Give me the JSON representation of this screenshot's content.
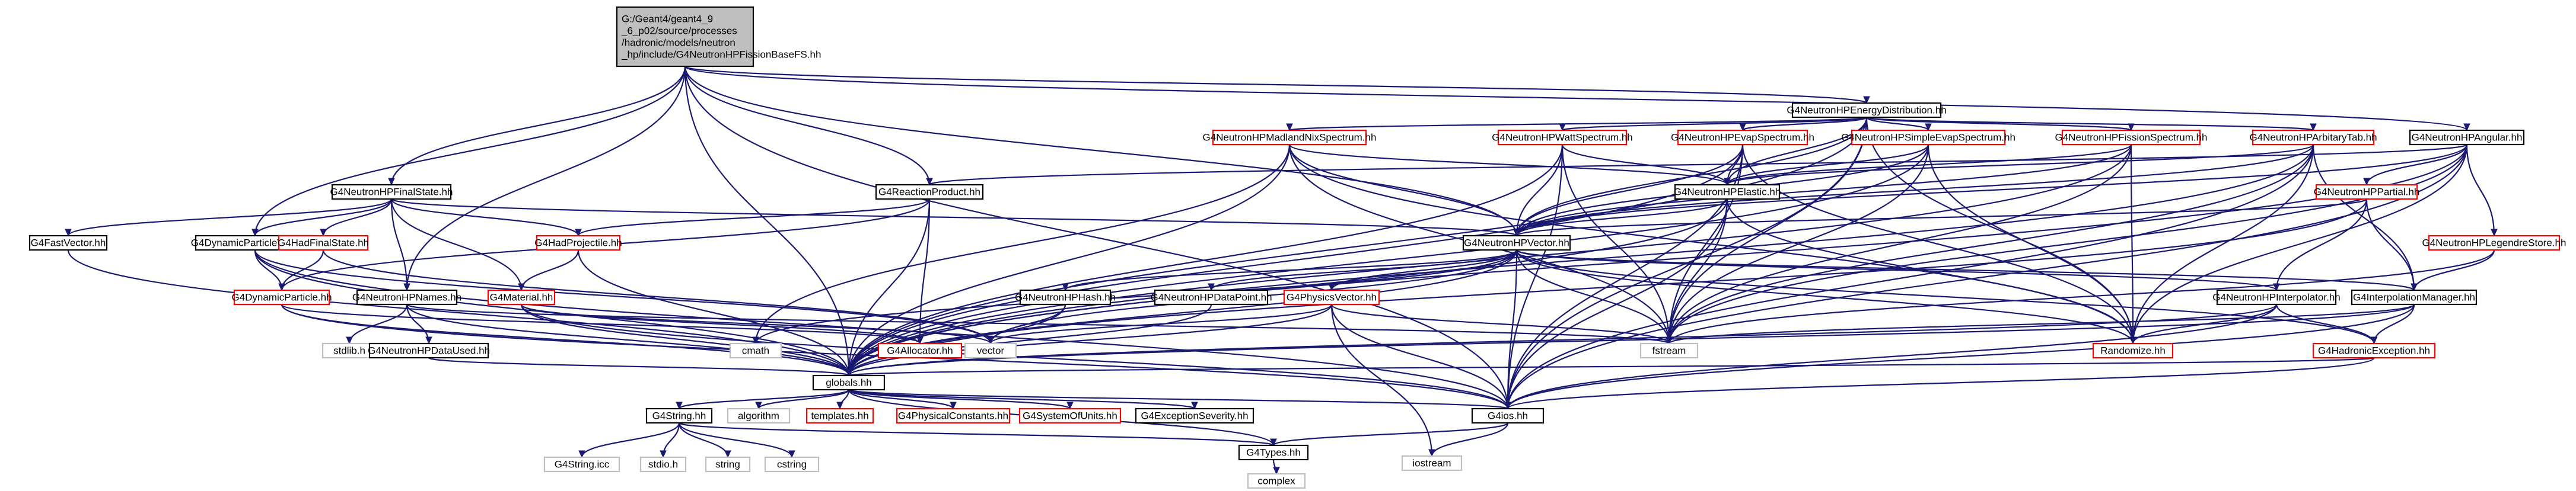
{
  "colors": {
    "edge": "#191970",
    "text": "#000000",
    "node_fill": "#ffffff",
    "node_border_plain": "#000000",
    "node_border_linked": "#ff0000",
    "node_border_external": "#bfbfbf",
    "root_fill": "#bfbfbf"
  },
  "graph": {
    "nodes": [
      {
        "id": "root",
        "lines": [
          "G:/Geant4/geant4_9",
          "_6_p02/source/processes",
          "/hadronic/models/neutron",
          "_hp/include/G4NeutronHPFissionBaseFS.hh"
        ],
        "kind": "root"
      },
      {
        "id": "G4NeutronHPEnergyDistribution",
        "lines": [
          "G4NeutronHPEnergyDistribution.hh"
        ],
        "kind": "plain"
      },
      {
        "id": "G4NeutronHPMadlandNixSpectrum",
        "lines": [
          "G4NeutronHPMadlandNixSpectrum.hh"
        ],
        "kind": "linked"
      },
      {
        "id": "G4NeutronHPWattSpectrum",
        "lines": [
          "G4NeutronHPWattSpectrum.hh"
        ],
        "kind": "linked"
      },
      {
        "id": "G4NeutronHPEvapSpectrum",
        "lines": [
          "G4NeutronHPEvapSpectrum.hh"
        ],
        "kind": "linked"
      },
      {
        "id": "G4NeutronHPSimpleEvapSpectrum",
        "lines": [
          "G4NeutronHPSimpleEvapSpectrum.hh"
        ],
        "kind": "linked"
      },
      {
        "id": "G4NeutronHPFissionSpectrum",
        "lines": [
          "G4NeutronHPFissionSpectrum.hh"
        ],
        "kind": "linked"
      },
      {
        "id": "G4NeutronHPArbitaryTab",
        "lines": [
          "G4NeutronHPArbitaryTab.hh"
        ],
        "kind": "linked"
      },
      {
        "id": "G4NeutronHPAngular",
        "lines": [
          "G4NeutronHPAngular.hh"
        ],
        "kind": "plain"
      },
      {
        "id": "G4NeutronHPFinalState",
        "lines": [
          "G4NeutronHPFinalState.hh"
        ],
        "kind": "plain"
      },
      {
        "id": "G4ReactionProduct",
        "lines": [
          "G4ReactionProduct.hh"
        ],
        "kind": "plain"
      },
      {
        "id": "G4NeutronHPElastic",
        "lines": [
          "G4NeutronHPElastic.hh"
        ],
        "kind": "plain"
      },
      {
        "id": "G4NeutronHPPartial",
        "lines": [
          "G4NeutronHPPartial.hh"
        ],
        "kind": "linked"
      },
      {
        "id": "G4NeutronHPLegendreStore",
        "lines": [
          "G4NeutronHPLegendreStore.hh"
        ],
        "kind": "linked"
      },
      {
        "id": "G4FastVector",
        "lines": [
          "G4FastVector.hh"
        ],
        "kind": "plain"
      },
      {
        "id": "G4DynamicParticleVector",
        "lines": [
          "G4DynamicParticleVector.hh"
        ],
        "kind": "plain"
      },
      {
        "id": "G4HadFinalState",
        "lines": [
          "G4HadFinalState.hh"
        ],
        "kind": "linked"
      },
      {
        "id": "G4HadProjectile",
        "lines": [
          "G4HadProjectile.hh"
        ],
        "kind": "linked"
      },
      {
        "id": "G4NeutronHPVector",
        "lines": [
          "G4NeutronHPVector.hh"
        ],
        "kind": "plain"
      },
      {
        "id": "G4DynamicParticle",
        "lines": [
          "G4DynamicParticle.hh"
        ],
        "kind": "linked"
      },
      {
        "id": "G4NeutronHPNames",
        "lines": [
          "G4NeutronHPNames.hh"
        ],
        "kind": "plain"
      },
      {
        "id": "G4Material",
        "lines": [
          "G4Material.hh"
        ],
        "kind": "linked"
      },
      {
        "id": "G4NeutronHPHash",
        "lines": [
          "G4NeutronHPHash.hh"
        ],
        "kind": "plain"
      },
      {
        "id": "G4NeutronHPDataPoint",
        "lines": [
          "G4NeutronHPDataPoint.hh"
        ],
        "kind": "plain"
      },
      {
        "id": "G4PhysicsVector",
        "lines": [
          "G4PhysicsVector.hh"
        ],
        "kind": "linked"
      },
      {
        "id": "G4NeutronHPInterpolator",
        "lines": [
          "G4NeutronHPInterpolator.hh"
        ],
        "kind": "plain"
      },
      {
        "id": "G4InterpolationManager",
        "lines": [
          "G4InterpolationManager.hh"
        ],
        "kind": "plain"
      },
      {
        "id": "stdlib",
        "lines": [
          "stdlib.h"
        ],
        "kind": "external"
      },
      {
        "id": "G4NeutronHPDataUsed",
        "lines": [
          "G4NeutronHPDataUsed.hh"
        ],
        "kind": "plain"
      },
      {
        "id": "cmath",
        "lines": [
          "cmath"
        ],
        "kind": "external"
      },
      {
        "id": "G4Allocator",
        "lines": [
          "G4Allocator.hh"
        ],
        "kind": "linked"
      },
      {
        "id": "vector",
        "lines": [
          "vector"
        ],
        "kind": "external"
      },
      {
        "id": "fstream",
        "lines": [
          "fstream"
        ],
        "kind": "external"
      },
      {
        "id": "Randomize",
        "lines": [
          "Randomize.hh"
        ],
        "kind": "linked"
      },
      {
        "id": "G4HadronicException",
        "lines": [
          "G4HadronicException.hh"
        ],
        "kind": "linked"
      },
      {
        "id": "globals",
        "lines": [
          "globals.hh"
        ],
        "kind": "plain"
      },
      {
        "id": "G4ios",
        "lines": [
          "G4ios.hh"
        ],
        "kind": "plain"
      },
      {
        "id": "G4String",
        "lines": [
          "G4String.hh"
        ],
        "kind": "plain"
      },
      {
        "id": "algorithm",
        "lines": [
          "algorithm"
        ],
        "kind": "external"
      },
      {
        "id": "templates",
        "lines": [
          "templates.hh"
        ],
        "kind": "linked"
      },
      {
        "id": "G4PhysicalConstants",
        "lines": [
          "G4PhysicalConstants.hh"
        ],
        "kind": "linked"
      },
      {
        "id": "G4SystemOfUnits",
        "lines": [
          "G4SystemOfUnits.hh"
        ],
        "kind": "linked"
      },
      {
        "id": "G4ExceptionSeverity",
        "lines": [
          "G4ExceptionSeverity.hh"
        ],
        "kind": "plain"
      },
      {
        "id": "iostream",
        "lines": [
          "iostream"
        ],
        "kind": "external"
      },
      {
        "id": "G4String_icc",
        "lines": [
          "G4String.icc"
        ],
        "kind": "external"
      },
      {
        "id": "stdio",
        "lines": [
          "stdio.h"
        ],
        "kind": "external"
      },
      {
        "id": "string",
        "lines": [
          "string"
        ],
        "kind": "external"
      },
      {
        "id": "cstring",
        "lines": [
          "cstring"
        ],
        "kind": "external"
      },
      {
        "id": "G4Types",
        "lines": [
          "G4Types.hh"
        ],
        "kind": "plain"
      },
      {
        "id": "complex",
        "lines": [
          "complex"
        ],
        "kind": "external"
      }
    ],
    "edges": [
      [
        "root",
        "G4NeutronHPEnergyDistribution"
      ],
      [
        "root",
        "G4NeutronHPFinalState"
      ],
      [
        "root",
        "G4ReactionProduct"
      ],
      [
        "root",
        "G4NeutronHPVector"
      ],
      [
        "root",
        "G4DynamicParticleVector"
      ],
      [
        "root",
        "G4NeutronHPNames"
      ],
      [
        "root",
        "G4NeutronHPAngular"
      ],
      [
        "root",
        "globals"
      ],
      [
        "root",
        "G4ios"
      ],
      [
        "G4NeutronHPEnergyDistribution",
        "G4NeutronHPMadlandNixSpectrum"
      ],
      [
        "G4NeutronHPEnergyDistribution",
        "G4NeutronHPWattSpectrum"
      ],
      [
        "G4NeutronHPEnergyDistribution",
        "G4NeutronHPEvapSpectrum"
      ],
      [
        "G4NeutronHPEnergyDistribution",
        "G4NeutronHPSimpleEvapSpectrum"
      ],
      [
        "G4NeutronHPEnergyDistribution",
        "G4NeutronHPFissionSpectrum"
      ],
      [
        "G4NeutronHPEnergyDistribution",
        "G4NeutronHPArbitaryTab"
      ],
      [
        "G4NeutronHPEnergyDistribution",
        "G4NeutronHPVector"
      ],
      [
        "G4NeutronHPEnergyDistribution",
        "G4NeutronHPElastic"
      ],
      [
        "G4NeutronHPEnergyDistribution",
        "fstream"
      ],
      [
        "G4NeutronHPEnergyDistribution",
        "Randomize"
      ],
      [
        "G4NeutronHPEnergyDistribution",
        "G4ios"
      ],
      [
        "G4NeutronHPEnergyDistribution",
        "globals"
      ],
      [
        "G4NeutronHPMadlandNixSpectrum",
        "G4NeutronHPVector"
      ],
      [
        "G4NeutronHPMadlandNixSpectrum",
        "G4NeutronHPElastic"
      ],
      [
        "G4NeutronHPMadlandNixSpectrum",
        "cmath"
      ],
      [
        "G4NeutronHPMadlandNixSpectrum",
        "fstream"
      ],
      [
        "G4NeutronHPMadlandNixSpectrum",
        "globals"
      ],
      [
        "G4NeutronHPMadlandNixSpectrum",
        "Randomize"
      ],
      [
        "G4NeutronHPWattSpectrum",
        "G4NeutronHPVector"
      ],
      [
        "G4NeutronHPWattSpectrum",
        "G4NeutronHPElastic"
      ],
      [
        "G4NeutronHPWattSpectrum",
        "fstream"
      ],
      [
        "G4NeutronHPWattSpectrum",
        "globals"
      ],
      [
        "G4NeutronHPWattSpectrum",
        "G4ios"
      ],
      [
        "G4NeutronHPEvapSpectrum",
        "G4NeutronHPVector"
      ],
      [
        "G4NeutronHPEvapSpectrum",
        "G4NeutronHPElastic"
      ],
      [
        "G4NeutronHPEvapSpectrum",
        "fstream"
      ],
      [
        "G4NeutronHPEvapSpectrum",
        "globals"
      ],
      [
        "G4NeutronHPEvapSpectrum",
        "Randomize"
      ],
      [
        "G4NeutronHPEvapSpectrum",
        "G4ios"
      ],
      [
        "G4NeutronHPSimpleEvapSpectrum",
        "G4NeutronHPVector"
      ],
      [
        "G4NeutronHPSimpleEvapSpectrum",
        "G4NeutronHPElastic"
      ],
      [
        "G4NeutronHPSimpleEvapSpectrum",
        "fstream"
      ],
      [
        "G4NeutronHPSimpleEvapSpectrum",
        "Randomize"
      ],
      [
        "G4NeutronHPSimpleEvapSpectrum",
        "globals"
      ],
      [
        "G4NeutronHPFissionSpectrum",
        "G4NeutronHPVector"
      ],
      [
        "G4NeutronHPFissionSpectrum",
        "G4NeutronHPElastic"
      ],
      [
        "G4NeutronHPFissionSpectrum",
        "fstream"
      ],
      [
        "G4NeutronHPFissionSpectrum",
        "Randomize"
      ],
      [
        "G4NeutronHPFissionSpectrum",
        "globals"
      ],
      [
        "G4NeutronHPArbitaryTab",
        "G4NeutronHPVector"
      ],
      [
        "G4NeutronHPArbitaryTab",
        "G4NeutronHPElastic"
      ],
      [
        "G4NeutronHPArbitaryTab",
        "G4InterpolationManager"
      ],
      [
        "G4NeutronHPArbitaryTab",
        "fstream"
      ],
      [
        "G4NeutronHPArbitaryTab",
        "Randomize"
      ],
      [
        "G4NeutronHPArbitaryTab",
        "globals"
      ],
      [
        "G4NeutronHPArbitaryTab",
        "G4ios"
      ],
      [
        "G4NeutronHPAngular",
        "G4ReactionProduct"
      ],
      [
        "G4NeutronHPAngular",
        "G4NeutronHPVector"
      ],
      [
        "G4NeutronHPAngular",
        "G4NeutronHPPartial"
      ],
      [
        "G4NeutronHPAngular",
        "G4NeutronHPLegendreStore"
      ],
      [
        "G4NeutronHPAngular",
        "fstream"
      ],
      [
        "G4NeutronHPAngular",
        "G4ios"
      ],
      [
        "G4NeutronHPAngular",
        "globals"
      ],
      [
        "G4NeutronHPAngular",
        "Randomize"
      ],
      [
        "G4NeutronHPFinalState",
        "G4FastVector"
      ],
      [
        "G4NeutronHPFinalState",
        "G4DynamicParticleVector"
      ],
      [
        "G4NeutronHPFinalState",
        "G4HadFinalState"
      ],
      [
        "G4NeutronHPFinalState",
        "G4HadProjectile"
      ],
      [
        "G4NeutronHPFinalState",
        "G4NeutronHPNames"
      ],
      [
        "G4NeutronHPFinalState",
        "G4Material"
      ],
      [
        "G4NeutronHPFinalState",
        "G4NeutronHPVector"
      ],
      [
        "G4ReactionProduct",
        "G4DynamicParticle"
      ],
      [
        "G4ReactionProduct",
        "G4HadProjectile"
      ],
      [
        "G4ReactionProduct",
        "G4Allocator"
      ],
      [
        "G4ReactionProduct",
        "globals"
      ],
      [
        "G4NeutronHPElastic",
        "G4NeutronHPVector"
      ],
      [
        "G4NeutronHPElastic",
        "fstream"
      ],
      [
        "G4NeutronHPElastic",
        "G4ios"
      ],
      [
        "G4NeutronHPElastic",
        "globals"
      ],
      [
        "G4NeutronHPElastic",
        "Randomize"
      ],
      [
        "G4NeutronHPPartial",
        "G4NeutronHPVector"
      ],
      [
        "G4NeutronHPPartial",
        "G4NeutronHPInterpolator"
      ],
      [
        "G4NeutronHPPartial",
        "G4InterpolationManager"
      ],
      [
        "G4NeutronHPPartial",
        "globals"
      ],
      [
        "G4NeutronHPLegendreStore",
        "G4InterpolationManager"
      ],
      [
        "G4NeutronHPLegendreStore",
        "fstream"
      ],
      [
        "G4FastVector",
        "globals"
      ],
      [
        "G4DynamicParticleVector",
        "G4DynamicParticle"
      ],
      [
        "G4DynamicParticleVector",
        "vector"
      ],
      [
        "G4DynamicParticleVector",
        "globals"
      ],
      [
        "G4DynamicParticleVector",
        "G4ios"
      ],
      [
        "G4HadFinalState",
        "G4DynamicParticle"
      ],
      [
        "G4HadFinalState",
        "vector"
      ],
      [
        "G4HadProjectile",
        "G4Material"
      ],
      [
        "G4HadProjectile",
        "globals"
      ],
      [
        "G4NeutronHPVector",
        "G4NeutronHPHash"
      ],
      [
        "G4NeutronHPVector",
        "G4NeutronHPDataPoint"
      ],
      [
        "G4NeutronHPVector",
        "G4PhysicsVector"
      ],
      [
        "G4NeutronHPVector",
        "G4NeutronHPInterpolator"
      ],
      [
        "G4NeutronHPVector",
        "G4InterpolationManager"
      ],
      [
        "G4NeutronHPVector",
        "cmath"
      ],
      [
        "G4NeutronHPVector",
        "vector"
      ],
      [
        "G4NeutronHPVector",
        "fstream"
      ],
      [
        "G4NeutronHPVector",
        "Randomize"
      ],
      [
        "G4NeutronHPVector",
        "G4HadronicException"
      ],
      [
        "G4NeutronHPVector",
        "globals"
      ],
      [
        "G4NeutronHPVector",
        "G4ios"
      ],
      [
        "G4DynamicParticle",
        "G4Allocator"
      ],
      [
        "G4DynamicParticle",
        "globals"
      ],
      [
        "G4DynamicParticle",
        "G4ios"
      ],
      [
        "G4NeutronHPNames",
        "stdlib"
      ],
      [
        "G4NeutronHPNames",
        "G4NeutronHPDataUsed"
      ],
      [
        "G4NeutronHPNames",
        "fstream"
      ],
      [
        "G4NeutronHPNames",
        "globals"
      ],
      [
        "G4Material",
        "G4Allocator"
      ],
      [
        "G4Material",
        "vector"
      ],
      [
        "G4Material",
        "globals"
      ],
      [
        "G4Material",
        "G4ios"
      ],
      [
        "G4NeutronHPHash",
        "globals"
      ],
      [
        "G4NeutronHPHash",
        "vector"
      ],
      [
        "G4NeutronHPDataPoint",
        "globals"
      ],
      [
        "G4PhysicsVector",
        "vector"
      ],
      [
        "G4PhysicsVector",
        "fstream"
      ],
      [
        "G4PhysicsVector",
        "globals"
      ],
      [
        "G4PhysicsVector",
        "G4ios"
      ],
      [
        "G4PhysicsVector",
        "iostream"
      ],
      [
        "G4NeutronHPInterpolator",
        "G4HadronicException"
      ],
      [
        "G4NeutronHPInterpolator",
        "Randomize"
      ],
      [
        "G4NeutronHPInterpolator",
        "globals"
      ],
      [
        "G4NeutronHPInterpolator",
        "G4ios"
      ],
      [
        "G4InterpolationManager",
        "G4HadronicException"
      ],
      [
        "G4InterpolationManager",
        "fstream"
      ],
      [
        "G4InterpolationManager",
        "globals"
      ],
      [
        "G4InterpolationManager",
        "G4ios"
      ],
      [
        "G4NeutronHPDataUsed",
        "globals"
      ],
      [
        "G4HadronicException",
        "globals"
      ],
      [
        "G4HadronicException",
        "G4ios"
      ],
      [
        "globals",
        "G4String"
      ],
      [
        "globals",
        "algorithm"
      ],
      [
        "globals",
        "templates"
      ],
      [
        "globals",
        "G4PhysicalConstants"
      ],
      [
        "globals",
        "G4SystemOfUnits"
      ],
      [
        "globals",
        "G4ExceptionSeverity"
      ],
      [
        "globals",
        "G4ios"
      ],
      [
        "globals",
        "G4Types"
      ],
      [
        "G4ios",
        "G4Types"
      ],
      [
        "G4ios",
        "iostream"
      ],
      [
        "G4String",
        "G4String_icc"
      ],
      [
        "G4String",
        "stdio"
      ],
      [
        "G4String",
        "string"
      ],
      [
        "G4String",
        "cstring"
      ],
      [
        "G4String",
        "G4Types"
      ],
      [
        "G4Types",
        "complex"
      ]
    ]
  }
}
